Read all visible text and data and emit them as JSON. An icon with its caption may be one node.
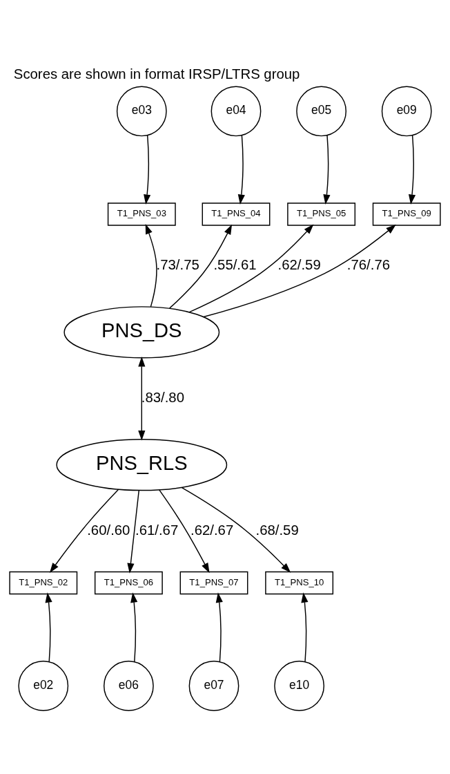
{
  "diagram": {
    "title": "Scores are shown in format IRSP/LTRS group",
    "nodes": [
      {
        "text": [
          "e03"
        ]
      },
      {
        "text": [
          "e04"
        ]
      },
      {
        "text": [
          "e05"
        ]
      },
      {
        "text": [
          "e09"
        ]
      },
      {
        "text": [
          "T1_PNS_03"
        ]
      },
      {
        "text": [
          "T1_PNS_04"
        ]
      },
      {
        "text": [
          "T1_PNS_05"
        ]
      },
      {
        "text": [
          "T1_PNS_09"
        ]
      },
      {
        "text": [
          "PNS_DS"
        ]
      },
      {
        "text": [
          "PNS_RLS"
        ]
      },
      {
        "text": [
          "T1_PNS_02"
        ]
      },
      {
        "text": [
          "T1_PNS_06"
        ]
      },
      {
        "text": [
          "T1_PNS_07"
        ]
      },
      {
        "text": [
          "T1_PNS_10"
        ]
      },
      {
        "text": [
          "e02"
        ]
      },
      {
        "text": [
          "e06"
        ]
      },
      {
        "text": [
          "e07"
        ]
      },
      {
        "text": [
          "e10"
        ]
      }
    ],
    "edges": [
      {
        "from": 0,
        "to": 4,
        "arrow": "to"
      },
      {
        "from": 1,
        "to": 5,
        "arrow": "to"
      },
      {
        "from": 2,
        "to": 6,
        "arrow": "to"
      },
      {
        "from": 3,
        "to": 7,
        "arrow": "to"
      },
      {
        "from": 8,
        "to": 4,
        "arrow": "to",
        "label": ".73/.75"
      },
      {
        "from": 8,
        "to": 5,
        "arrow": "to",
        "label": ".55/.61"
      },
      {
        "from": 8,
        "to": 6,
        "arrow": "to",
        "label": ".62/.59"
      },
      {
        "from": 8,
        "to": 7,
        "arrow": "to",
        "label": ".76/.76"
      },
      {
        "from": 8,
        "to": 9,
        "arrow": "both",
        "label": ".83/.80"
      },
      {
        "from": 9,
        "to": 10,
        "arrow": "to",
        "label": ".60/.60"
      },
      {
        "from": 9,
        "to": 11,
        "arrow": "to",
        "label": ".61/.67"
      },
      {
        "from": 9,
        "to": 12,
        "arrow": "to",
        "label": ".62/.67"
      },
      {
        "from": 9,
        "to": 13,
        "arrow": "to",
        "label": ".68/.59"
      },
      {
        "from": 14,
        "to": 10,
        "arrow": "to"
      },
      {
        "from": 15,
        "to": 11,
        "arrow": "to"
      },
      {
        "from": 16,
        "to": 12,
        "arrow": "to"
      },
      {
        "from": 17,
        "to": 13,
        "arrow": "to"
      }
    ]
  }
}
